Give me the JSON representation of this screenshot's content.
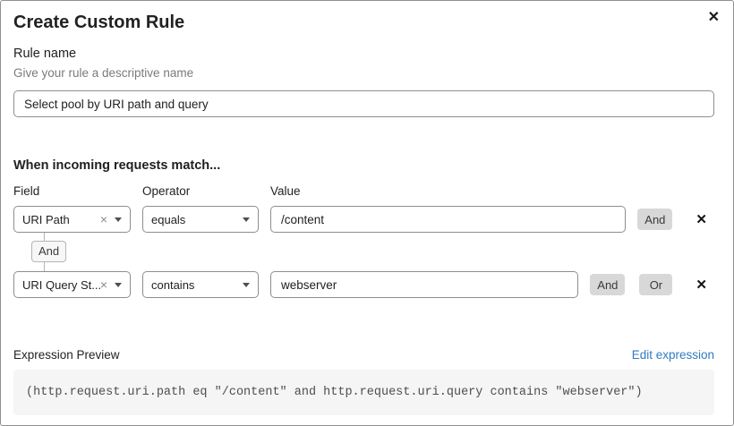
{
  "dialog": {
    "title": "Create Custom Rule"
  },
  "icons": {
    "close": "✕",
    "delete": "✕",
    "clear": "×"
  },
  "rule_name": {
    "label": "Rule name",
    "hint": "Give your rule a descriptive name",
    "value": "Select pool by URI path and query"
  },
  "matcher": {
    "heading": "When incoming requests match...",
    "columns": {
      "field": "Field",
      "operator": "Operator",
      "value": "Value"
    },
    "connector": "And",
    "rows": [
      {
        "field": "URI Path",
        "operator": "equals",
        "value": "/content",
        "buttons": [
          "And"
        ]
      },
      {
        "field": "URI Query St...",
        "operator": "contains",
        "value": "webserver",
        "buttons": [
          "And",
          "Or"
        ]
      }
    ]
  },
  "expression": {
    "label": "Expression Preview",
    "edit_link": "Edit expression",
    "code": "(http.request.uri.path eq \"/content\" and http.request.uri.query contains \"webserver\")"
  },
  "colors": {
    "accent_link": "#2f7cc0",
    "button_gray": "#d8d8d8",
    "code_background": "#f5f5f5",
    "control_border": "#8e8e8e"
  }
}
